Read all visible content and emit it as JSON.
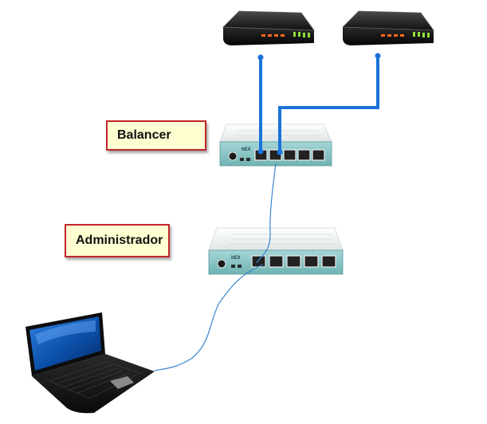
{
  "labels": {
    "balancer": "Balancer",
    "administrador": "Administrador"
  },
  "device_text": {
    "router_brand": "hEX"
  },
  "colors": {
    "wan_cable": "#1a73d9",
    "lan_cable": "#3a86d0",
    "label_bg": "#ffffd2",
    "label_border": "#c0262c",
    "router_body": "#eef3f3",
    "router_panel": "#86c3c3",
    "modem_body": "#1e1e1e",
    "modem_led_orange": "#ff6a1a",
    "modem_led_green": "#8fe03a"
  },
  "icons": {
    "modem": "modem-icon",
    "router": "router-icon",
    "laptop": "laptop-icon"
  }
}
